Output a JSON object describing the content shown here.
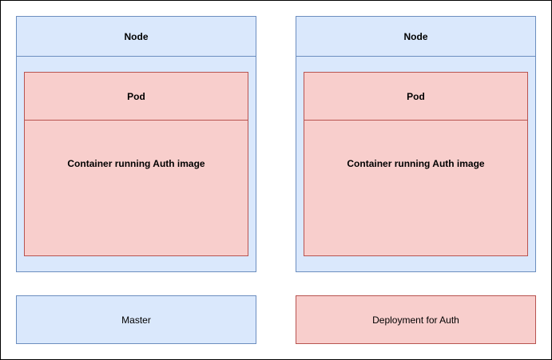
{
  "nodes": [
    {
      "label": "Node",
      "pod_label": "Pod",
      "container_label": "Container running Auth image"
    },
    {
      "label": "Node",
      "pod_label": "Pod",
      "container_label": "Container running Auth image"
    }
  ],
  "master": {
    "label": "Master"
  },
  "deployment": {
    "label": "Deployment for Auth"
  },
  "colors": {
    "node_fill": "#dae8fc",
    "node_stroke": "#6c8ebf",
    "pod_fill": "#f8cecc",
    "pod_stroke": "#b85450"
  }
}
